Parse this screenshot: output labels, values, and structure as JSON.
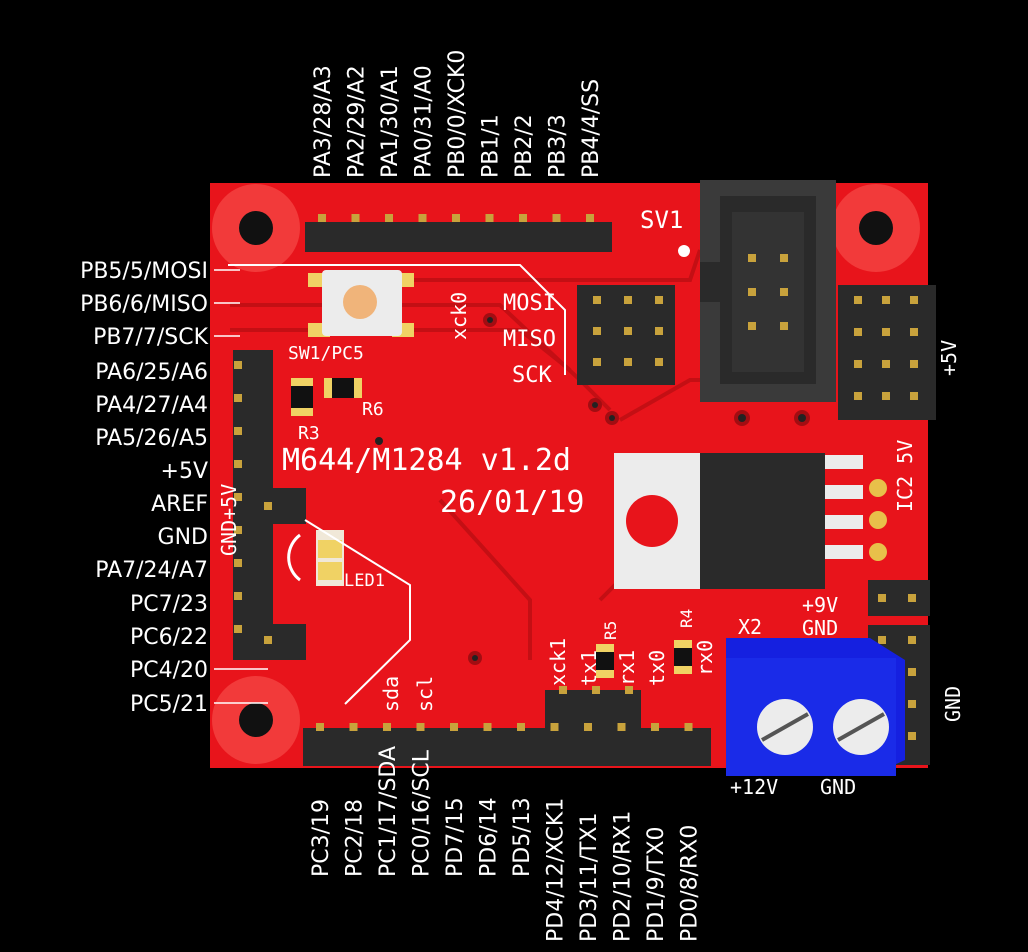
{
  "board": {
    "title": "M644/M1284 v1.2d",
    "date": "26/01/19",
    "colors": {
      "pcb": "#e8141b",
      "silk": "#ffffff",
      "header": "#2a2a2a",
      "pin": "#c8a23c",
      "terminal": "#1520e0"
    }
  },
  "top_pins": [
    "PA3/28/A3",
    "PA2/29/A2",
    "PA1/30/A1",
    "PA0/31/A0",
    "PB0/0/XCK0",
    "PB1/1",
    "PB2/2",
    "PB3/3",
    "PB4/4/SS"
  ],
  "bottom_pins": [
    "PC3/19",
    "PC2/18",
    "PC1/17/SDA",
    "PC0/16/SCL",
    "PD7/15",
    "PD6/14",
    "PD5/13",
    "PD4/12/XCK1",
    "PD3/11/TX1",
    "PD2/10/RX1",
    "PD1/9/TX0",
    "PD0/8/RX0"
  ],
  "left_pins": [
    "PB5/5/MOSI",
    "PB6/6/MISO",
    "PB7/7/SCK",
    "PA6/25/A6",
    "PA4/27/A4",
    "PA5/26/A5",
    "+5V",
    "AREF",
    "GND",
    "PA7/24/A7",
    "PC7/23",
    "PC6/22",
    "PC4/20",
    "PC5/21"
  ],
  "silkscreen": {
    "sv1": "SV1",
    "sw1": "SW1/PC5",
    "xck0": "xck0",
    "mosi": "MOSI",
    "miso": "MISO",
    "sck": "SCK",
    "r3": "R3",
    "r6": "R6",
    "r4": "R4",
    "r5": "R5",
    "led1": "LED1",
    "gnd_5v": "GND+5V",
    "plus5v_right": "+5V",
    "ic2": "IC2 5V",
    "plus9v": "+9V",
    "gnd_9v": "GND",
    "x2": "X2",
    "gnd_right": "GND",
    "plus12v": "+12V",
    "gnd_term": "GND",
    "sda": "sda",
    "scl": "scl",
    "xck1": "xck1",
    "tx1": "tx1",
    "rx1": "rx1",
    "tx0": "tx0",
    "rx0": "rx0"
  }
}
